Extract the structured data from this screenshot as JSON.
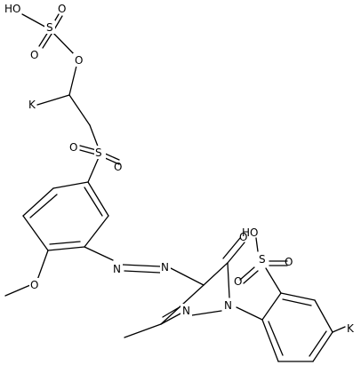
{
  "molecule": {
    "atoms": {
      "ho_top": "HO",
      "s_top": "S",
      "o_top_up": "O",
      "o_top_down": "O",
      "o_ester": "O",
      "k_left": "K",
      "s_mid": "S",
      "o_mid_left": "O",
      "o_mid_right": "O",
      "o_methoxy": "O",
      "n_azo_1": "N",
      "n_azo_2": "N",
      "o_carbonyl": "O",
      "n_ring_1": "N",
      "n_ring_2": "N",
      "ho_right": "HO",
      "s_right": "S",
      "o_right_up": "O",
      "o_right_down": "O",
      "k_right": "K"
    }
  }
}
